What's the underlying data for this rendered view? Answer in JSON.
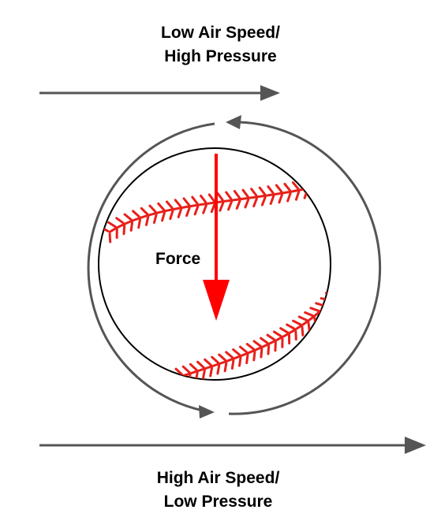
{
  "labels": {
    "top_line1": "Low Air Speed/",
    "top_line2": "High Pressure",
    "bottom_line1": "High Air Speed/",
    "bottom_line2": "Low Pressure",
    "force": "Force"
  },
  "colors": {
    "arrow_gray": "#555555",
    "force_red": "#ff0000",
    "stitch_red": "#e8201a",
    "ball_outline": "#000000"
  }
}
